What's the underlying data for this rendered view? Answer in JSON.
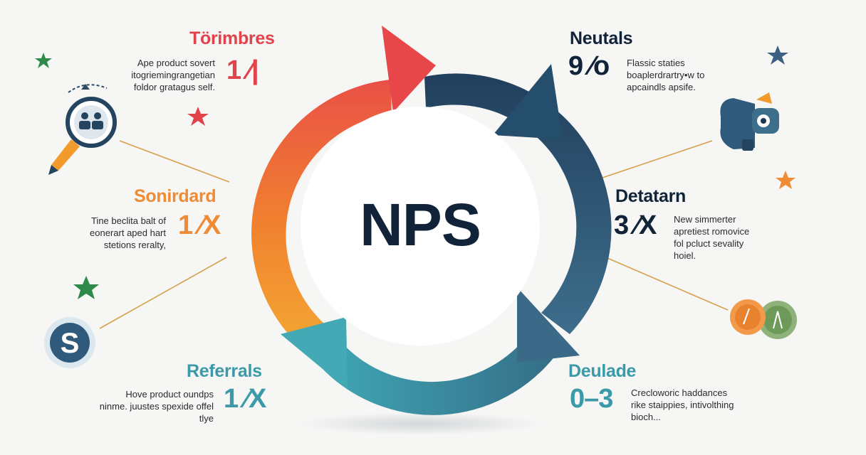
{
  "center_label": "NPS",
  "segments": {
    "top_left": {
      "title": "Törimbres",
      "number": "1 ⁄|",
      "lines": [
        "Aре product sovert",
        "itogriemingrangetian",
        "foldor gratagus self."
      ]
    },
    "top_right": {
      "title": "Neutals",
      "number": "9 ⁄o",
      "lines": [
        "Flassic staties",
        "boaplerdrartry•w to",
        "apcaindls apsife."
      ]
    },
    "mid_left": {
      "title": "Sonirdard",
      "number": "1 ⁄X",
      "lines": [
        "Tine beclita balt of",
        "eonerart aped hart",
        "stetions reralty,"
      ]
    },
    "mid_right": {
      "title": "Detatarn",
      "number": "3 ⁄X",
      "lines": [
        "New simmerter",
        "apretiest romovice",
        "fol pcluct sevality",
        "hoiel."
      ]
    },
    "bottom_left": {
      "title": "Referrals",
      "number": "1 ⁄X",
      "lines": [
        "Hove product oundps",
        "ninme. juustes spexide offel",
        "tlye"
      ]
    },
    "bottom_right": {
      "title": "Deulade",
      "number": "0–3",
      "lines": [
        "Crecloworic haddances",
        "rike staippies, intivolthing",
        "bioch..."
      ]
    }
  },
  "colors": {
    "red": "#e6464a",
    "orange": "#f39a2d",
    "navy": "#234a68",
    "teal": "#3fa3b0",
    "dark_text": "#102338"
  }
}
